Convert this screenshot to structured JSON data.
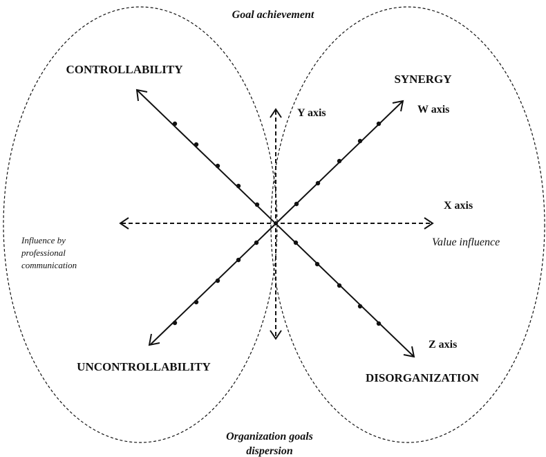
{
  "top_label": "Goal achievement",
  "bottom_label": [
    "Organization goals",
    "dispersion"
  ],
  "left_label": [
    "Influence by",
    "professional",
    "communication"
  ],
  "right_label": "Value influence",
  "quadrants": {
    "top_left": "CONTROLLABILITY",
    "top_right": "SYNERGY",
    "bottom_left": "UNCONTROLLABILITY",
    "bottom_right": "DISORGANIZATION"
  },
  "axes": {
    "y": "Y axis",
    "w": "W axis",
    "x": "X axis",
    "z": "Z axis"
  },
  "colors": {
    "ink": "#111111",
    "background": "#ffffff"
  }
}
